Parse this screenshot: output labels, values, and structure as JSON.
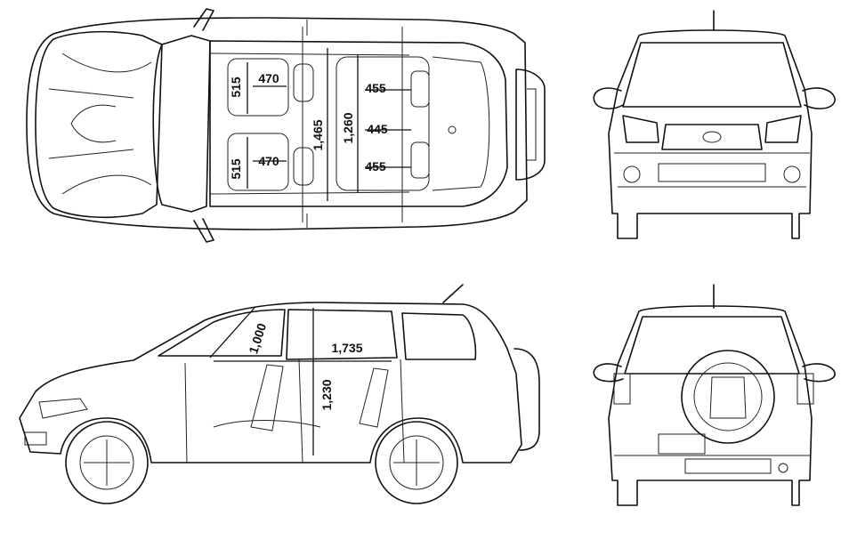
{
  "views": [
    "top-view",
    "front-view",
    "side-view",
    "rear-view"
  ],
  "dimensions": {
    "top_front_left_width": "515",
    "top_front_left_seat": "470",
    "top_front_right_width": "515",
    "top_front_right_seat": "470",
    "top_rear_left_seat": "455",
    "top_rear_center_seat": "445",
    "top_rear_right_seat": "455",
    "top_cabin_front_width": "1,465",
    "top_cabin_rear_width": "1,260",
    "side_headroom": "1,000",
    "side_cabin_length": "1,735",
    "side_cabin_height": "1,230"
  }
}
